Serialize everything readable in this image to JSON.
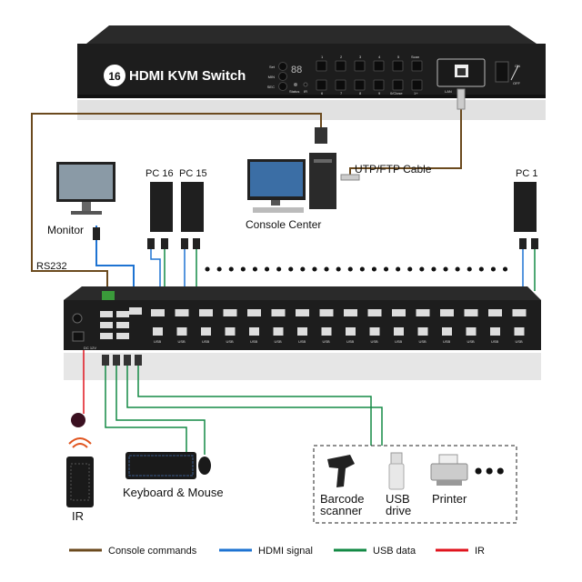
{
  "top_device": {
    "badge": "16",
    "title": "HDMI KVM Switch",
    "buttons_left": [
      "Set",
      "MIN",
      "SEC"
    ],
    "display": "88",
    "indicators": [
      "Status",
      "IR"
    ],
    "keys_top": [
      "1",
      "2",
      "3",
      "4",
      "5",
      "Scan"
    ],
    "keys_bottom": [
      "6",
      "7",
      "8",
      "9",
      "0/Close",
      "1+"
    ],
    "lan_label": "LAN",
    "power_on": "ON",
    "power_off": "OFF"
  },
  "labels": {
    "monitor": "Monitor",
    "console_center": "Console Center",
    "utp_cable": "UTP/FTP Cable",
    "pc16": "PC 16",
    "pc15": "PC 15",
    "pc1": "PC 1",
    "rs232": "RS232",
    "keyboard_mouse": "Keyboard & Mouse",
    "ir": "IR",
    "barcode_line1": "Barcode",
    "barcode_line2": "scanner",
    "usb_line1": "USB",
    "usb_line2": "drive",
    "printer": "Printer",
    "port_usb": "USB",
    "dc_label": "DC 12V"
  },
  "legend": [
    {
      "label": "Console commands",
      "color": "#6b4a1e"
    },
    {
      "label": "HDMI signal",
      "color": "#1e73d2"
    },
    {
      "label": "USB data",
      "color": "#138a45"
    },
    {
      "label": "IR",
      "color": "#e0141e"
    }
  ]
}
